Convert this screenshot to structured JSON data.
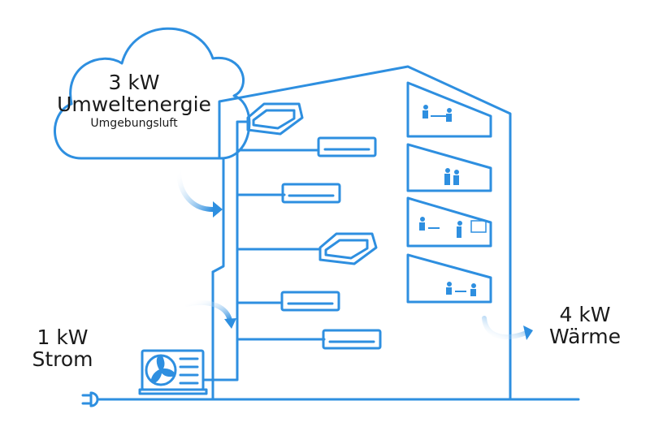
{
  "colors": {
    "line": "#2e8fe0",
    "arrow": "#2e8fe0",
    "text": "#1a1a1a",
    "background": "#ffffff"
  },
  "cloud": {
    "value": "3 kW",
    "title": "Umweltenergie",
    "subtitle": "Umgebungsluft"
  },
  "input": {
    "value": "1 kW",
    "label": "Strom"
  },
  "output": {
    "value": "4 kW",
    "label": "Wärme"
  },
  "icons": [
    "cloud-icon",
    "building-icon",
    "heat-pump-outdoor-unit-icon",
    "ceiling-cassette-icon",
    "wall-unit-icon",
    "office-worker-icon",
    "power-plug-icon",
    "curved-arrow-icon"
  ]
}
